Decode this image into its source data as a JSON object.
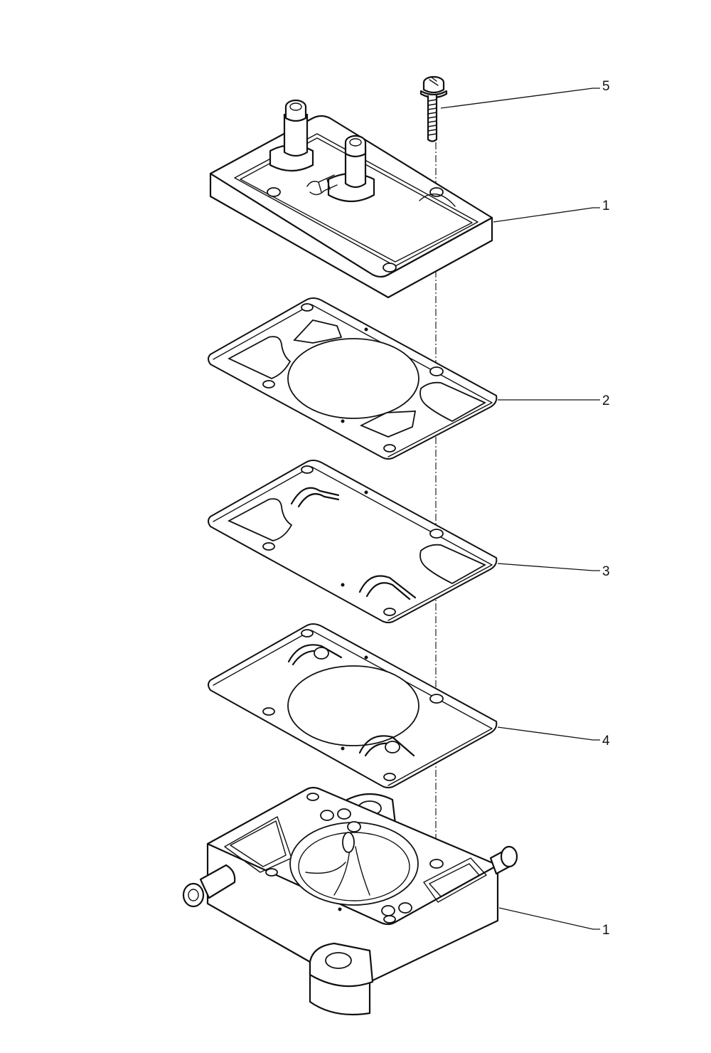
{
  "callouts": [
    {
      "id": "screw",
      "label": "5"
    },
    {
      "id": "cover",
      "label": "1"
    },
    {
      "id": "gasket-a",
      "label": "2"
    },
    {
      "id": "gasket-b",
      "label": "3"
    },
    {
      "id": "diaphragm",
      "label": "4"
    },
    {
      "id": "body",
      "label": "1"
    }
  ]
}
